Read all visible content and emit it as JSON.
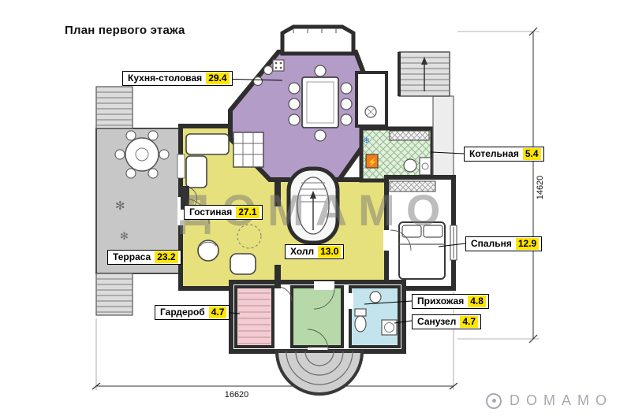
{
  "title": "План первого этажа",
  "rooms": [
    {
      "name": "Кухня-столовая",
      "area": "29.4"
    },
    {
      "name": "Котельная",
      "area": "5.4"
    },
    {
      "name": "Гостиная",
      "area": "27.1"
    },
    {
      "name": "Спальня",
      "area": "12.9"
    },
    {
      "name": "Терраса",
      "area": "23.2"
    },
    {
      "name": "Холл",
      "area": "13.0"
    },
    {
      "name": "Гардероб",
      "area": "4.7"
    },
    {
      "name": "Прихожая",
      "area": "4.8"
    },
    {
      "name": "Санузел",
      "area": "4.7"
    }
  ],
  "dimensions": {
    "width_mm": "16620",
    "height_mm": "14620"
  },
  "watermark": {
    "text": "ДОМАМО"
  },
  "logo": {
    "text": "DOMAMO"
  },
  "colors": {
    "wall": "#2e2e2e",
    "kitchen": "#b49cc8",
    "living_hall": "#e6e07d",
    "terrace": "#c7c7c7",
    "wardrobe": "#f2ccd2",
    "entry": "#b7d9a9",
    "bathroom": "#c3e4ec",
    "boiler_base": "#e4efe0",
    "area_highlight": "#ffe500"
  }
}
